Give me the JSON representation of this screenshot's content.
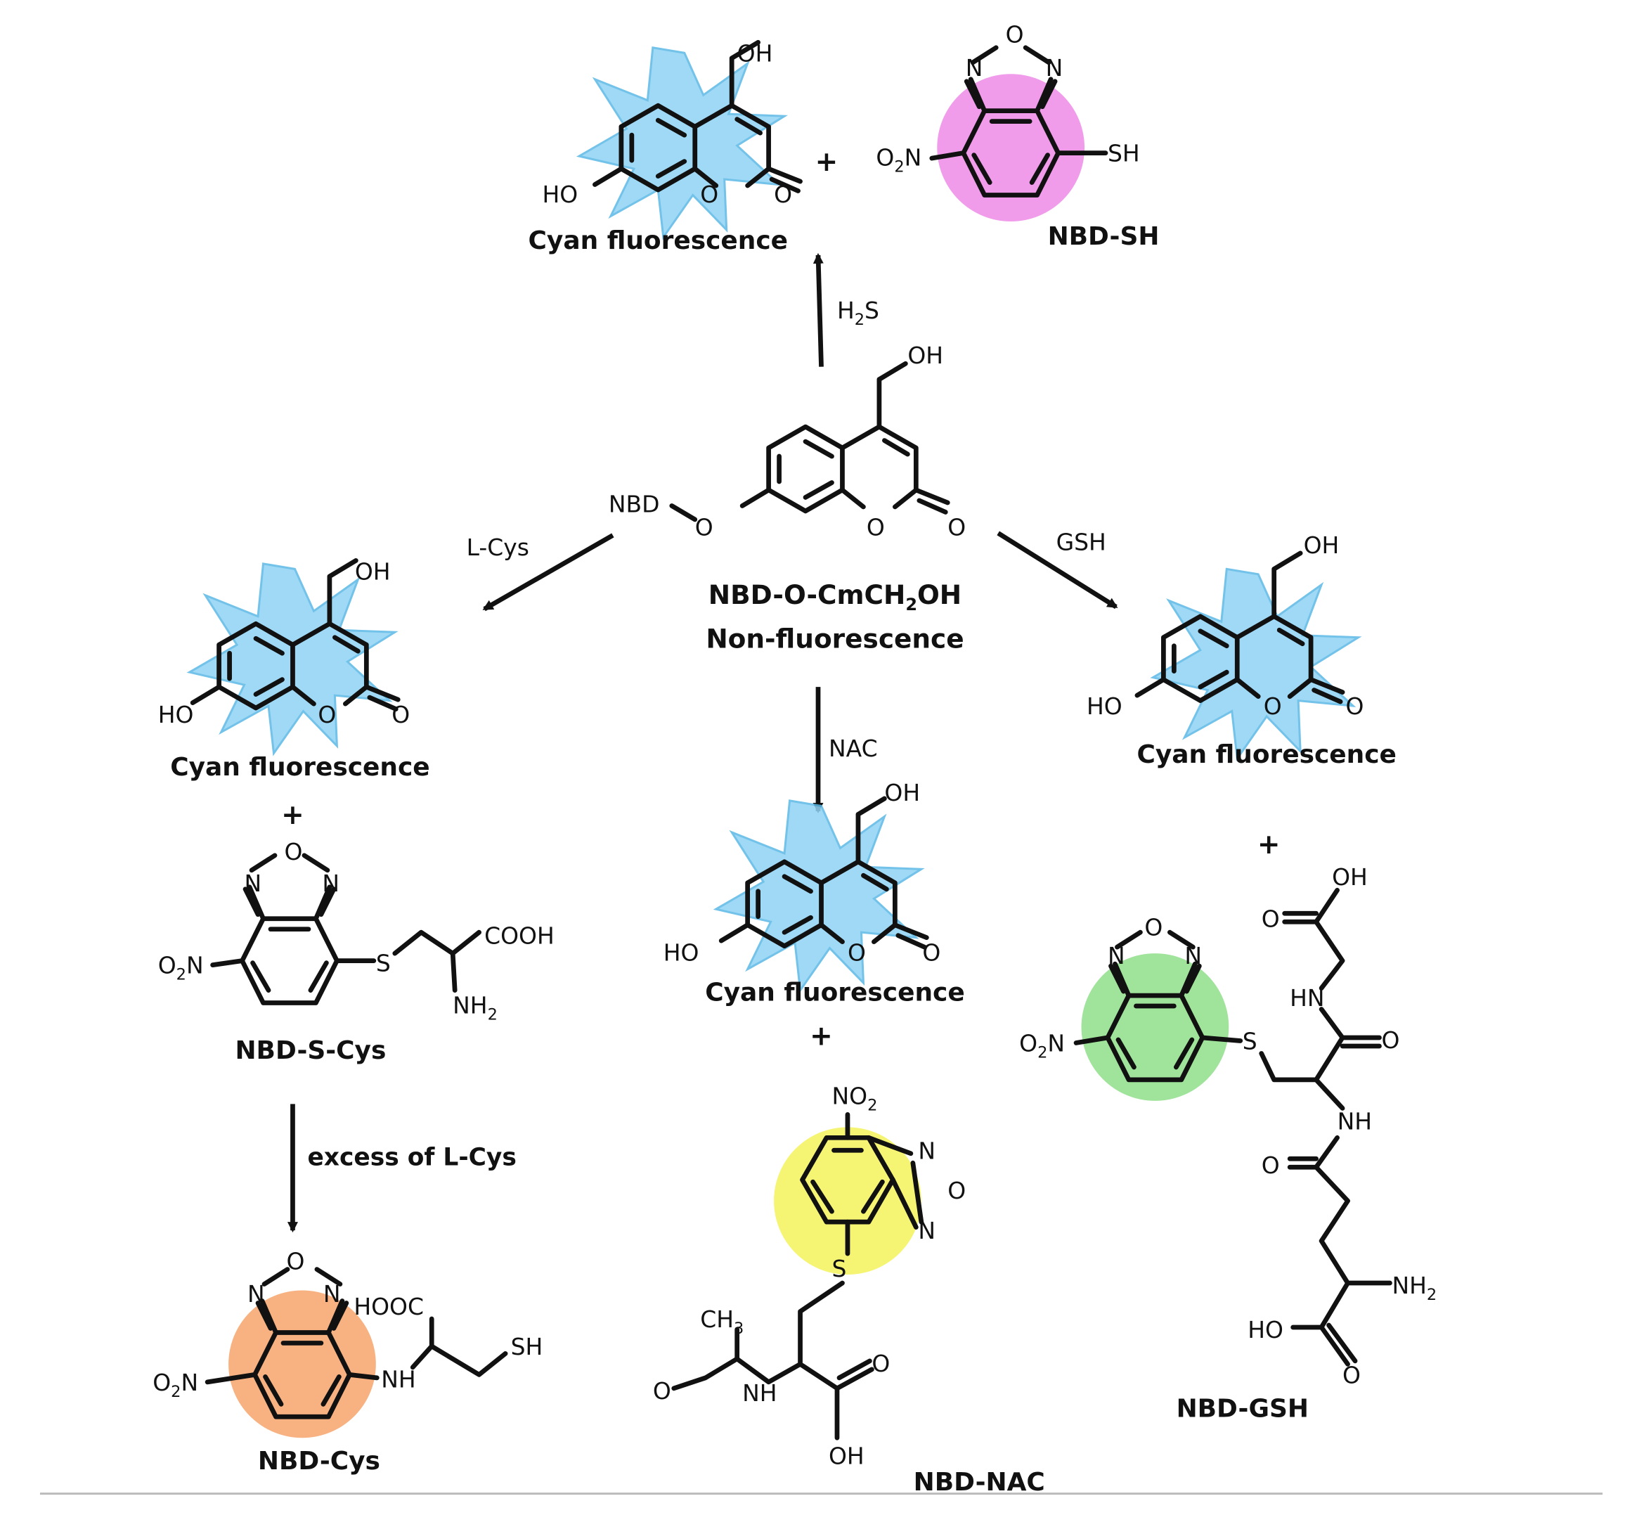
{
  "reagents": {
    "h2s": "H",
    "h2s_sub": "2",
    "h2s_tail": "S",
    "lcys": "L-Cys",
    "gsh": "GSH",
    "nac": "NAC",
    "excess": "excess of L-Cys"
  },
  "probe": {
    "name_a": "NBD-O-CmCH",
    "name_sub": "2",
    "name_b": "OH",
    "state": "Non-fluorescence",
    "nbd_prefix": "NBD"
  },
  "labels": {
    "cyan": "Cyan fluorescence",
    "plus": "+",
    "nbd_sh": "NBD-SH",
    "nbd_s_cys": "NBD-S-Cys",
    "nbd_cys": "NBD-Cys",
    "nbd_nac": "NBD-NAC",
    "nbd_gsh": "NBD-GSH"
  },
  "atoms": {
    "oh": "OH",
    "ho": "HO",
    "o": "O",
    "n": "N",
    "s": "S",
    "sh": "SH",
    "nh": "NH",
    "hn": "HN",
    "no2_o": "O",
    "no2_sub": "2",
    "no2_n": "N",
    "no2_top": "NO",
    "cooh": "COOH",
    "hooc": "HOOC",
    "nh2": "NH",
    "nh2_sub": "2",
    "ch3": "CH",
    "ch3_sub": "3"
  },
  "colors": {
    "cyan_glow": "#8fd3f4",
    "cyan_glow_stroke": "#5bb8e6",
    "nbd_sh_circle": "#ee82e6",
    "nbd_cys_circle": "#f7a36a",
    "nbd_nac_circle": "#f5f25a",
    "nbd_gsh_circle": "#8fde8a",
    "ink": "#111111"
  }
}
